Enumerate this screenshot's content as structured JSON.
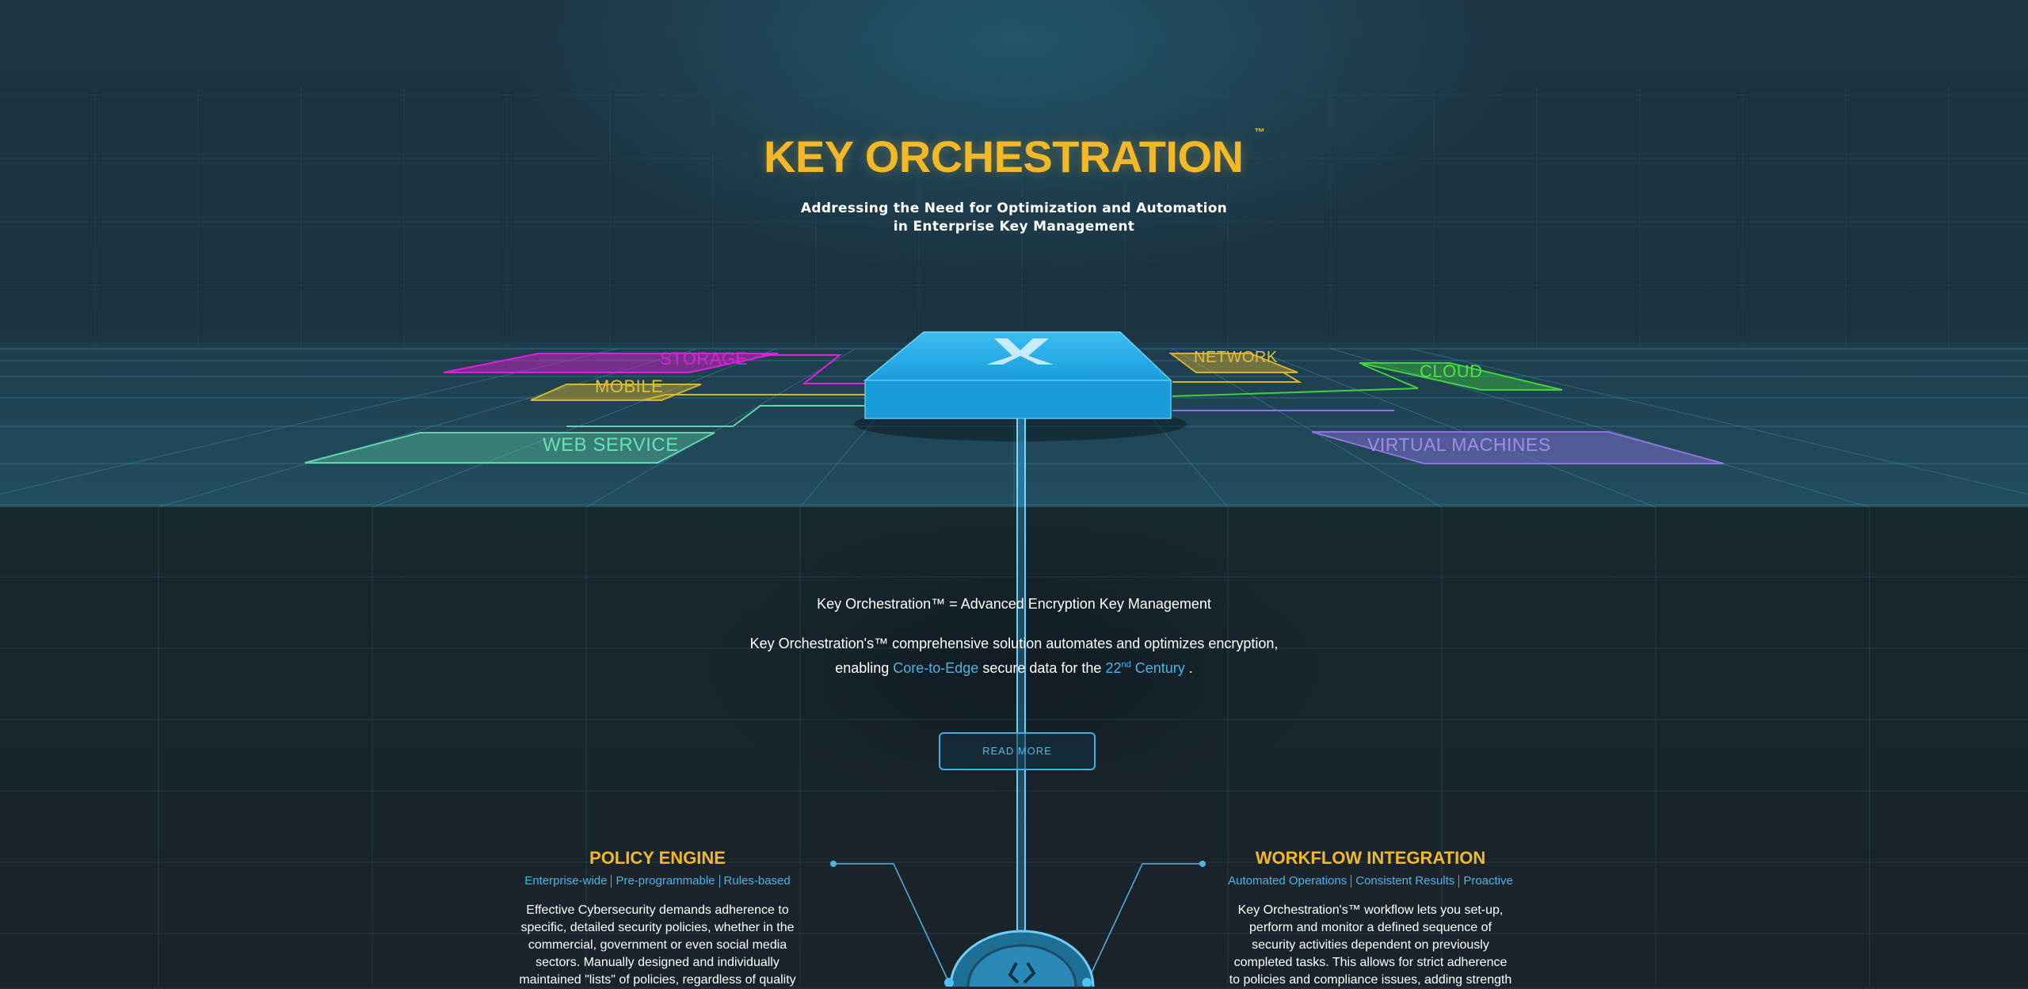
{
  "hero": {
    "title": "KEY ORCHESTRATION",
    "trademark": "™",
    "subtitle_line1": "Addressing the Need for Optimization and Automation",
    "subtitle_line2": "in Enterprise Key Management",
    "hub_icon": "x-logo-icon"
  },
  "platforms": {
    "storage": "STORAGE",
    "mobile": "MOBILE",
    "web_service": "WEB SERVICE",
    "network": "NETWORK",
    "cloud": "CLOUD",
    "virtual_machines": "VIRTUAL MACHINES"
  },
  "colors": {
    "accent_yellow": "#f2b828",
    "accent_blue": "#4fb3e6",
    "storage": "#e020d8",
    "mobile": "#d8b428",
    "web_service": "#5fd6a8",
    "network": "#d8b030",
    "cloud": "#3fd23a",
    "virtual_machines": "#8e74e0",
    "hub": "#1ea3e3"
  },
  "intro": {
    "equation": "Key Orchestration™ = Advanced Encryption Key Management",
    "desc_part1": "Key Orchestration's™ comprehensive solution automates and optimizes encryption,",
    "desc_part2": "enabling",
    "desc_link1": "Core-to-Edge",
    "desc_part3": "secure data for the",
    "desc_link2_num": "22",
    "desc_link2_sup": "nd",
    "desc_link2_word": "Century",
    "desc_end": ".",
    "read_more": "READ MORE"
  },
  "features": {
    "policy": {
      "title": "POLICY ENGINE",
      "tag1": "Enterprise-wide",
      "tag2": "Pre-programmable",
      "tag3": "Rules-based",
      "text": "Effective Cybersecurity demands adherence to specific, detailed security policies, whether in the commercial, government or even social media sectors. Manually designed and individually maintained \"lists\" of policies, regardless of quality"
    },
    "workflow": {
      "title": "WORKFLOW INTEGRATION",
      "tag1": "Automated Operations",
      "tag2": "Consistent Results",
      "tag3": "Proactive",
      "text": "Key Orchestration's™ workflow lets you set-up, perform and monitor a defined sequence of security activities dependent on previously completed tasks. This allows for strict adherence to policies and compliance issues, adding strength"
    }
  }
}
